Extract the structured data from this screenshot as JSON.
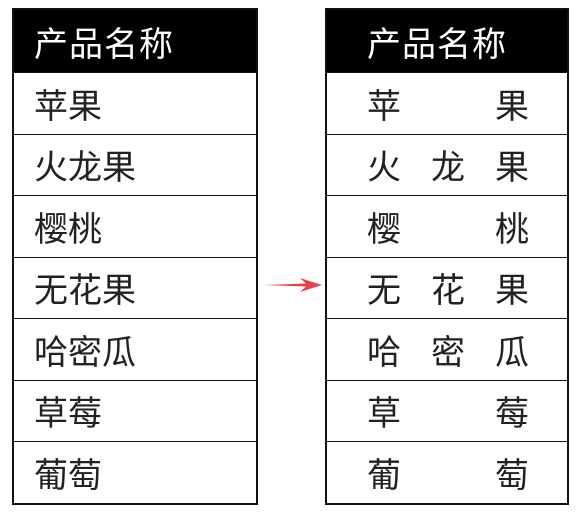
{
  "left_table": {
    "header": "产品名称",
    "rows": [
      "苹果",
      "火龙果",
      "樱桃",
      "无花果",
      "哈密瓜",
      "草莓",
      "葡萄"
    ]
  },
  "right_table": {
    "header": "产品名称",
    "rows": [
      "苹果",
      "火龙果",
      "樱桃",
      "无花果",
      "哈密瓜",
      "草莓",
      "葡萄"
    ]
  },
  "arrow": {
    "color": "#e8414a",
    "icon": "right-arrow-icon"
  }
}
